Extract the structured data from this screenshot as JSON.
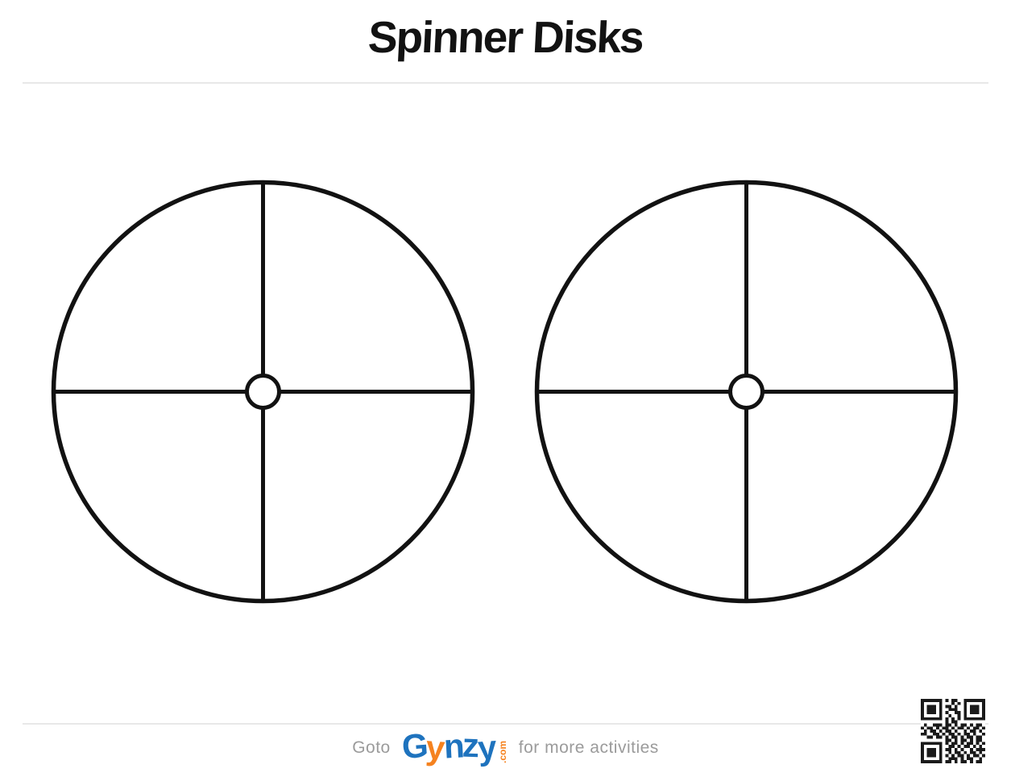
{
  "page": {
    "title": "Spinner Disks"
  },
  "colors": {
    "page_bg": "#ffffff",
    "ink": "#121212",
    "divider": "#e8e8e8",
    "footer_text": "#9b9b9b",
    "brand_blue": "#1e73be",
    "brand_orange": "#f5821f"
  },
  "disks": {
    "count": 2,
    "items": [
      {
        "name": "spinner-disk-left",
        "segments": 4
      },
      {
        "name": "spinner-disk-right",
        "segments": 4
      }
    ]
  },
  "footer": {
    "goto": "Goto",
    "brand_letters": [
      "G",
      "y",
      "n",
      "z",
      "y"
    ],
    "brand_suffix": ".com",
    "tagline": "for more activities"
  },
  "qr": {
    "matrix": [
      "111111101011001111111",
      "100000100010101000001",
      "101110101101001011101",
      "101110100111001011101",
      "101110101001101011101",
      "100000100100101000001",
      "111111101010101111111",
      "000000001011000000000",
      "010011101101011010110",
      "101101011010110101101",
      "010110101101001011010",
      "110011010110101101001",
      "001101101011010110110",
      "000000001101011010110",
      "111111101011010110101",
      "100000100110101101010",
      "101110101101010010111",
      "101110100101101011010",
      "101110101010110101101",
      "100000100111010110010",
      "111111101101011010110"
    ]
  }
}
